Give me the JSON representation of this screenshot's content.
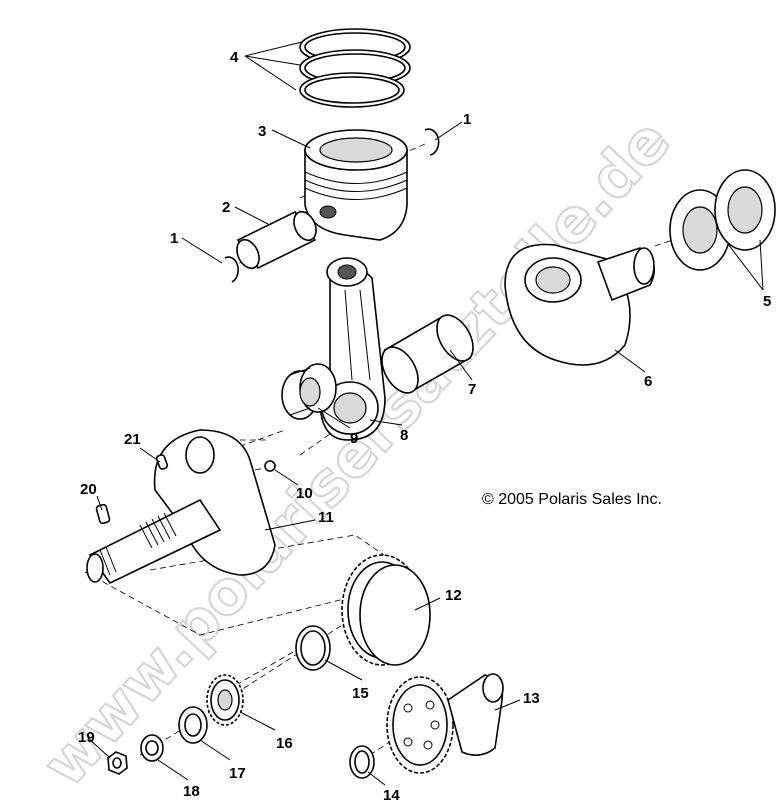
{
  "diagram": {
    "watermark": "www.polarisersatzteile.de",
    "copyright": "© 2005 Polaris Sales Inc.",
    "callouts": {
      "c1a": "1",
      "c1b": "1",
      "c2": "2",
      "c3": "3",
      "c4": "4",
      "c5": "5",
      "c6": "6",
      "c7": "7",
      "c8": "8",
      "c9": "9",
      "c10": "10",
      "c11": "11",
      "c12": "12",
      "c13": "13",
      "c14": "14",
      "c15": "15",
      "c16": "16",
      "c17": "17",
      "c18": "18",
      "c19": "19",
      "c20": "20",
      "c21": "21"
    }
  }
}
